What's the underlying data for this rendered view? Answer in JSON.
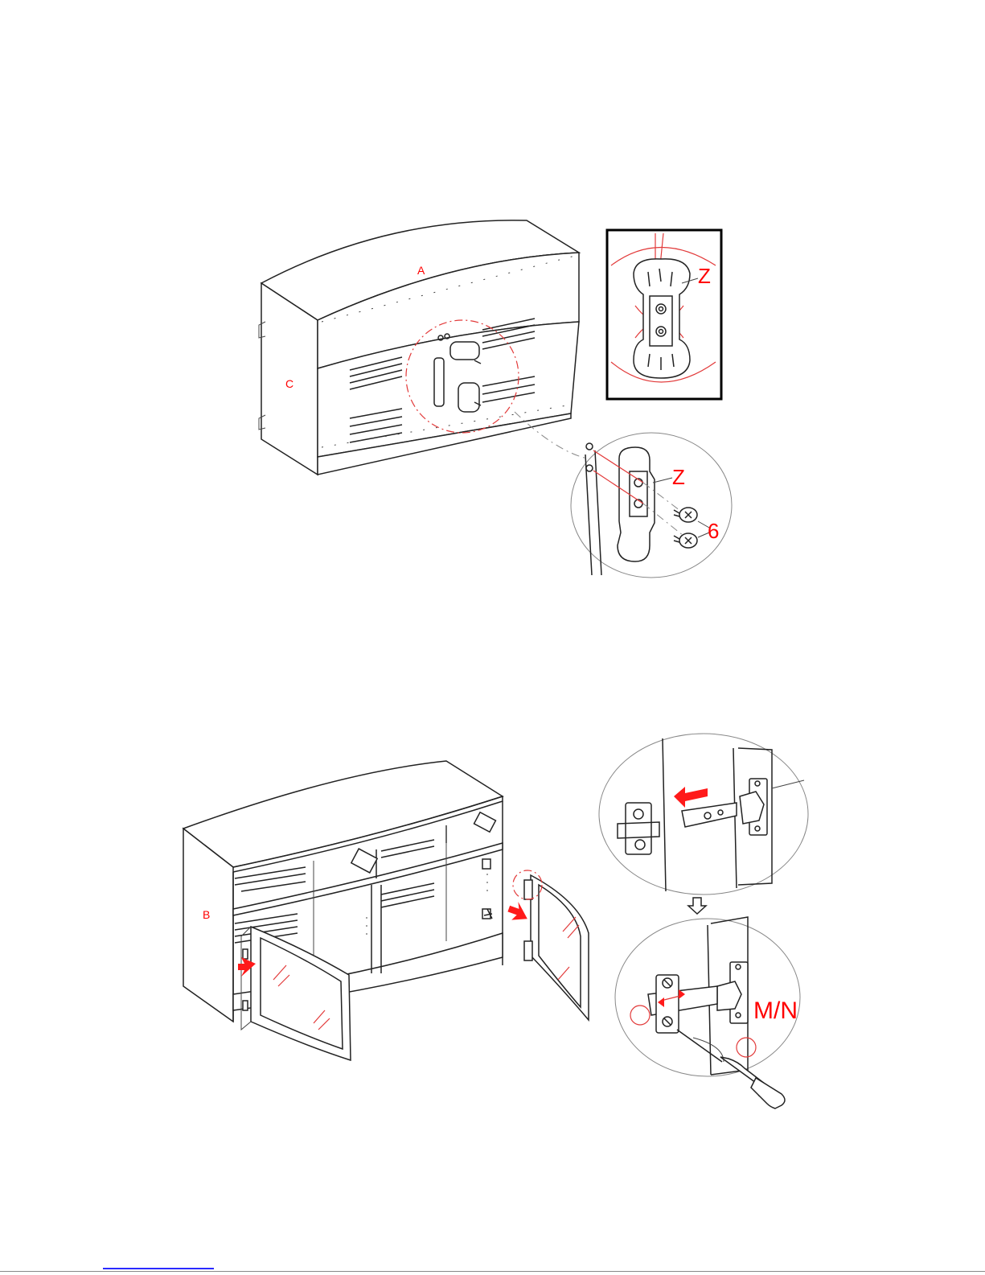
{
  "step1": {
    "labels": {
      "top_panel": "A",
      "side_panel": "C",
      "bracket_zoom": "Z",
      "bracket_detail": "Z",
      "screw": "6"
    }
  },
  "step2": {
    "labels": {
      "side_panel": "B",
      "hinge": "M/N"
    }
  },
  "colors": {
    "line": "#222222",
    "label_red": "#ff0000",
    "arrow_red": "#ff1a1a"
  }
}
